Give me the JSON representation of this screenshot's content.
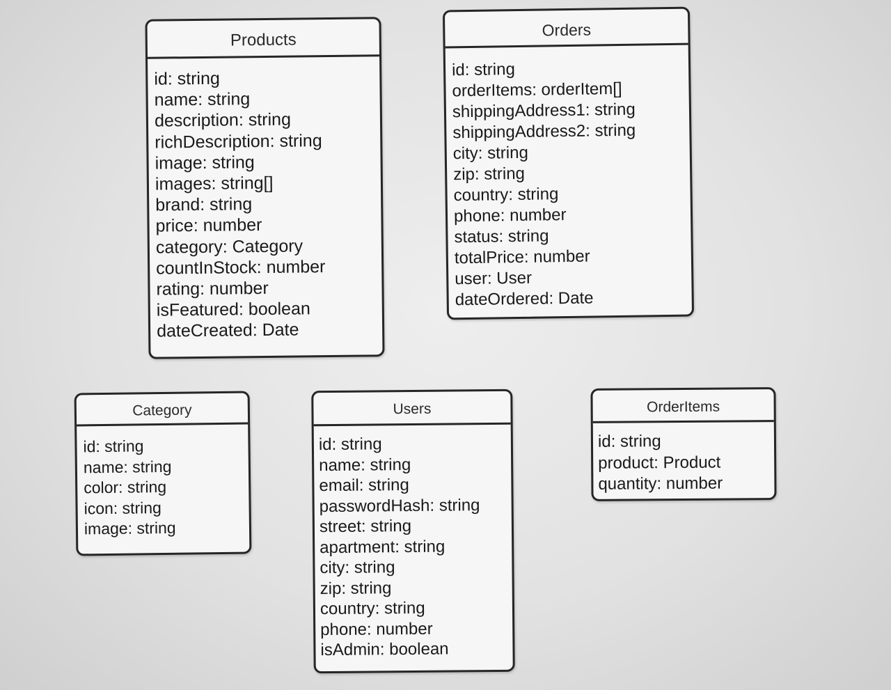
{
  "entities": {
    "products": {
      "title": "Products",
      "fields": [
        "id: string",
        "name: string",
        "description: string",
        "richDescription: string",
        "image: string",
        "images: string[]",
        "brand: string",
        "price: number",
        "category: Category",
        "countInStock: number",
        "rating: number",
        "isFeatured: boolean",
        "dateCreated: Date"
      ]
    },
    "orders": {
      "title": "Orders",
      "fields": [
        "id: string",
        "orderItems: orderItem[]",
        "shippingAddress1: string",
        "shippingAddress2: string",
        "city: string",
        "zip: string",
        "country: string",
        "phone: number",
        "status: string",
        "totalPrice: number",
        "user: User",
        "dateOrdered: Date"
      ]
    },
    "category": {
      "title": "Category",
      "fields": [
        "id: string",
        "name: string",
        "color: string",
        "icon: string",
        "image: string"
      ]
    },
    "users": {
      "title": "Users",
      "fields": [
        "id: string",
        "name: string",
        "email: string",
        "passwordHash: string",
        "street: string",
        "apartment: string",
        "city: string",
        "zip: string",
        "country: string",
        "phone: number",
        "isAdmin: boolean"
      ]
    },
    "orderitems": {
      "title": "OrderItems",
      "fields": [
        "id: string",
        "product: Product",
        "quantity: number"
      ]
    }
  }
}
